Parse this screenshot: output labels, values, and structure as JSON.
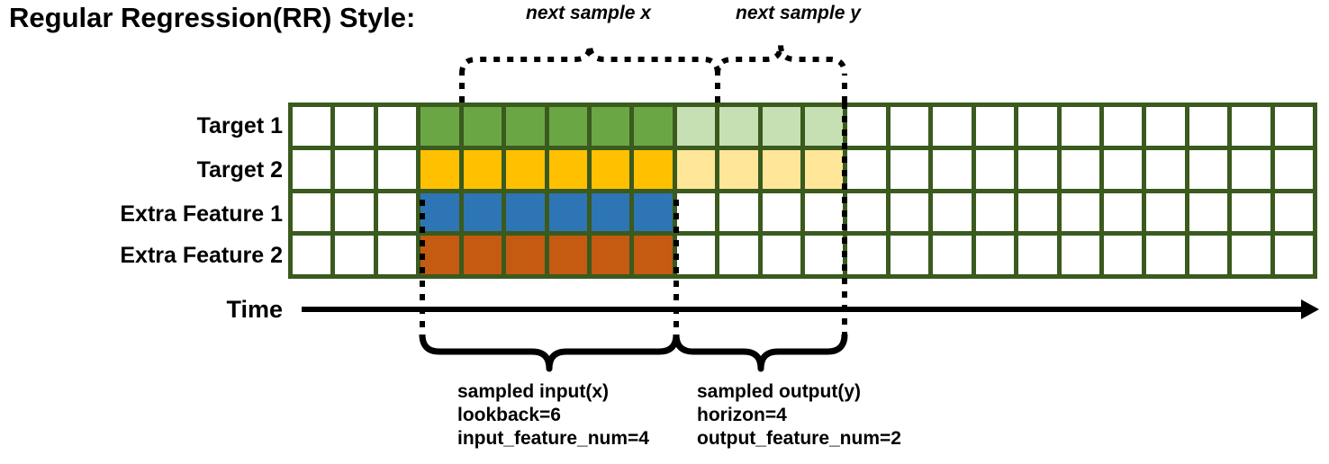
{
  "title": "Regular Regression(RR) Style:",
  "rows": [
    {
      "label": "Target 1",
      "name": "target-1"
    },
    {
      "label": "Target 2",
      "name": "target-2"
    },
    {
      "label": "Extra Feature 1",
      "name": "extra-feature-1"
    },
    {
      "label": "Extra Feature 2",
      "name": "extra-feature-2"
    }
  ],
  "time_axis": {
    "label": "Time"
  },
  "grid": {
    "total_columns": 24,
    "leading_blank_columns": 3,
    "lookback_columns": 6,
    "horizon_columns": 4,
    "trailing_blank_columns": 11,
    "row_fills": [
      [
        "#ffffff",
        "#ffffff",
        "#ffffff",
        "#6aa744",
        "#6aa744",
        "#6aa744",
        "#6aa744",
        "#6aa744",
        "#6aa744",
        "#c6e0b4",
        "#c6e0b4",
        "#c6e0b4",
        "#c6e0b4",
        "#ffffff",
        "#ffffff",
        "#ffffff",
        "#ffffff",
        "#ffffff",
        "#ffffff",
        "#ffffff",
        "#ffffff",
        "#ffffff",
        "#ffffff",
        "#ffffff"
      ],
      [
        "#ffffff",
        "#ffffff",
        "#ffffff",
        "#ffc000",
        "#ffc000",
        "#ffc000",
        "#ffc000",
        "#ffc000",
        "#ffc000",
        "#ffe699",
        "#ffe699",
        "#ffe699",
        "#ffe699",
        "#ffffff",
        "#ffffff",
        "#ffffff",
        "#ffffff",
        "#ffffff",
        "#ffffff",
        "#ffffff",
        "#ffffff",
        "#ffffff",
        "#ffffff",
        "#ffffff"
      ],
      [
        "#ffffff",
        "#ffffff",
        "#ffffff",
        "#2e75b6",
        "#2e75b6",
        "#2e75b6",
        "#2e75b6",
        "#2e75b6",
        "#2e75b6",
        "#ffffff",
        "#ffffff",
        "#ffffff",
        "#ffffff",
        "#ffffff",
        "#ffffff",
        "#ffffff",
        "#ffffff",
        "#ffffff",
        "#ffffff",
        "#ffffff",
        "#ffffff",
        "#ffffff",
        "#ffffff",
        "#ffffff"
      ],
      [
        "#ffffff",
        "#ffffff",
        "#ffffff",
        "#c55a11",
        "#c55a11",
        "#c55a11",
        "#c55a11",
        "#c55a11",
        "#c55a11",
        "#ffffff",
        "#ffffff",
        "#ffffff",
        "#ffffff",
        "#ffffff",
        "#ffffff",
        "#ffffff",
        "#ffffff",
        "#ffffff",
        "#ffffff",
        "#ffffff",
        "#ffffff",
        "#ffffff",
        "#ffffff",
        "#ffffff"
      ]
    ]
  },
  "annotations": {
    "top": [
      {
        "label": "next sample x",
        "name": "next-sample-x"
      },
      {
        "label": "next sample y",
        "name": "next-sample-y"
      }
    ],
    "bottom": [
      {
        "name": "sampled-input",
        "line1": "sampled input(x)",
        "line2": "lookback=6",
        "line3": "input_feature_num=4"
      },
      {
        "name": "sampled-output",
        "line1": "sampled output(y)",
        "line2": "horizon=4",
        "line3": "output_feature_num=2"
      }
    ]
  },
  "colors": {
    "grid_border": "#3a5a1e",
    "target1_dark": "#6aa744",
    "target1_light": "#c6e0b4",
    "target2_dark": "#ffc000",
    "target2_light": "#ffe699",
    "feature1": "#2e75b6",
    "feature2": "#c55a11",
    "ink": "#000000",
    "background": "#ffffff"
  }
}
